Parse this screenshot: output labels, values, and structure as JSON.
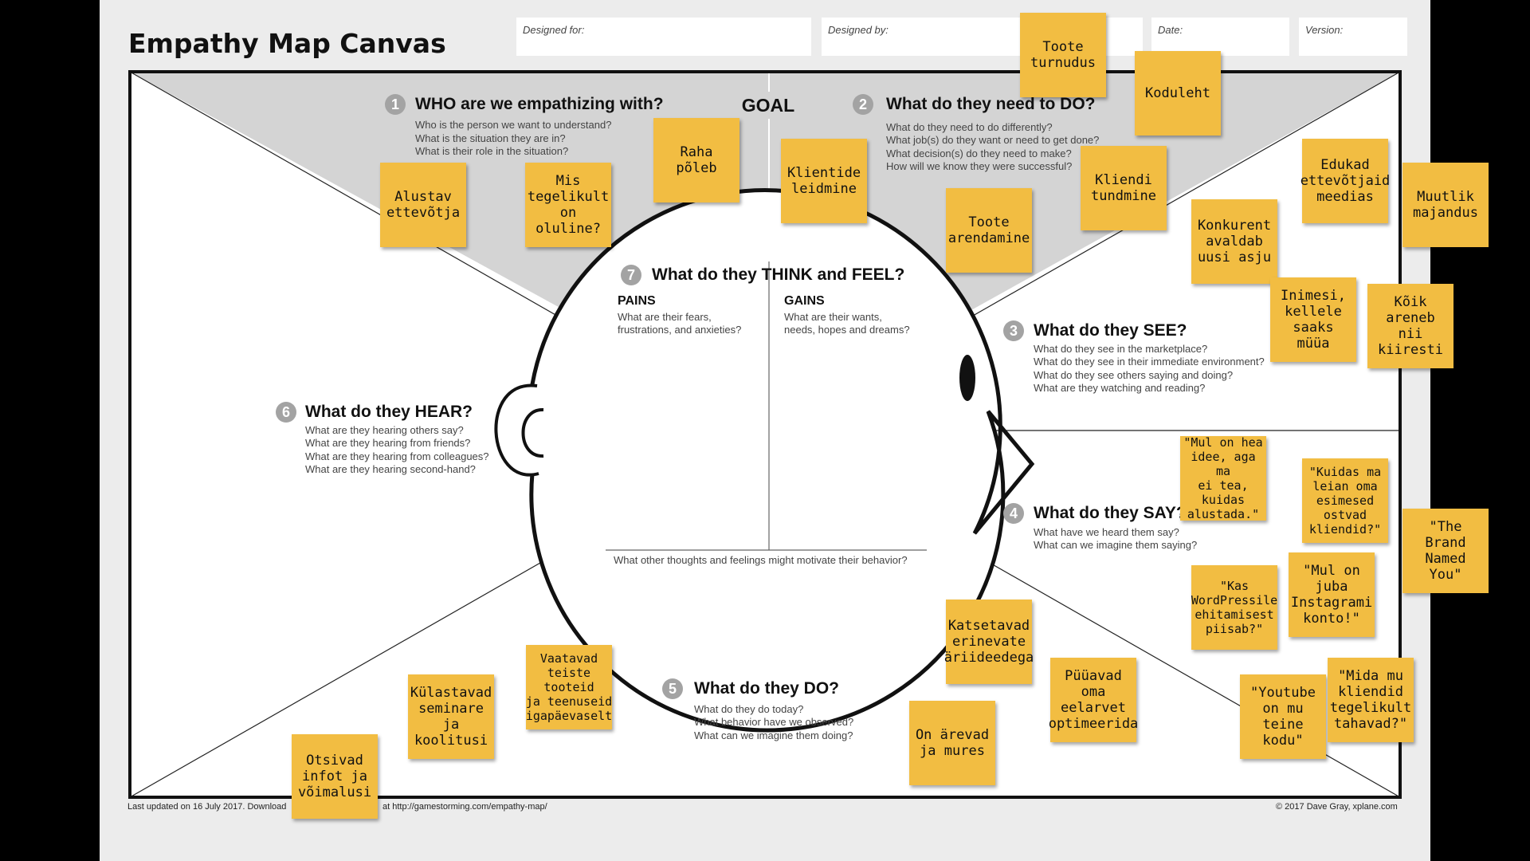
{
  "title": "Empathy Map Canvas",
  "header_fields": [
    {
      "label": "Designed for:"
    },
    {
      "label": "Designed by:"
    },
    {
      "label": "Date:"
    },
    {
      "label": "Version:"
    }
  ],
  "goal": "GOAL",
  "sections": {
    "who": {
      "num": "1",
      "title": "WHO are we empathizing with?",
      "questions": [
        "Who is the person we want to understand?",
        "What is the situation they are in?",
        "What is their role in the situation?"
      ]
    },
    "do_need": {
      "num": "2",
      "title": "What do they need to DO?",
      "questions": [
        "What do they need to do differently?",
        "What job(s) do they want or need to get done?",
        "What decision(s) do they need to make?",
        "How will we know they were successful?"
      ]
    },
    "see": {
      "num": "3",
      "title": "What do they SEE?",
      "questions": [
        "What do they see in the marketplace?",
        "What do they see in their immediate environment?",
        "What do they see others saying and doing?",
        "What are they watching and reading?"
      ]
    },
    "say": {
      "num": "4",
      "title": "What do they SAY?",
      "questions": [
        "What have we heard them say?",
        "What can we imagine them saying?"
      ]
    },
    "do": {
      "num": "5",
      "title": "What do they DO?",
      "questions": [
        "What do they do today?",
        "What behavior have we observed?",
        "What can we imagine them doing?"
      ]
    },
    "hear": {
      "num": "6",
      "title": "What do they HEAR?",
      "questions": [
        "What are they hearing others say?",
        "What are they hearing from friends?",
        "What are they hearing from colleagues?",
        "What are they hearing second-hand?"
      ]
    },
    "think": {
      "num": "7",
      "title": "What do they THINK and FEEL?",
      "pains_title": "PAINS",
      "pains_questions": [
        "What are their fears,",
        "frustrations, and anxieties?"
      ],
      "gains_title": "GAINS",
      "gains_questions": [
        "What are their wants,",
        "needs, hopes and dreams?"
      ],
      "bottom": "What other thoughts and feelings might motivate their behavior?"
    }
  },
  "footer": {
    "left": "Last updated on 16 July 2017. Download",
    "left_url": "at http://gamestorming.com/empathy-map/",
    "right": "© 2017 Dave Gray, xplane.com"
  },
  "notes": [
    "Toote\nturnudus",
    "Koduleht",
    "Raha põleb",
    "Klientide\nleidmine",
    "Alustav\nettevõtja",
    "Mis\ntegelikult\non oluline?",
    "Kliendi\ntundmine",
    "Toote\narendamine",
    "Edukad\nettevõtjaid\nmeedias",
    "Muutlik\nmajandus",
    "Konkurent\navaldab\nuusi asju",
    "Inimesi,\nkellele\nsaaks\nmüüa",
    "Kõik\nareneb nii\nkiiresti",
    "\"Mul on hea\nidee, aga ma\nei tea, kuidas\nalustada.\"",
    "\"Kuidas ma\nleian oma\nesimesed\nostvad\nkliendid?\"",
    "\"The Brand\nNamed\nYou\"",
    "\"Kas\nWordPressile\nehitamisest\npiisab?\"",
    "\"Mul on\njuba\nInstagrami\nkonto!\"",
    "Katsetavad\nerinevate\näriideedega",
    "Püüavad\noma\neelarvet\noptimeerida",
    "\"Youtube\non mu\nteine kodu\"",
    "\"Mida mu\nkliendid\ntegelikult\ntahavad?\"",
    "On ärevad\nja mures",
    "Vaatavad\nteiste tooteid\nja teenuseid\nigapäevaselt",
    "Külastavad\nseminare ja\nkoolitusi",
    "Otsivad\ninfot ja\nvõimalusi"
  ]
}
